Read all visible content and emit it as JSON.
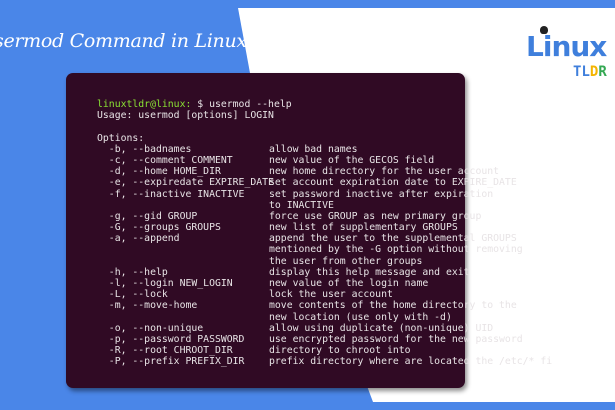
{
  "banner": {
    "title": "sermod Command in Linux",
    "logo_text": "Linux",
    "logo_sub": "TLDR",
    "colors": {
      "background": "#4a86e8",
      "terminal": "#300a24",
      "prompt": "#8ae234",
      "logo": "#3f7fdc"
    }
  },
  "terminal": {
    "prompt": "linuxtldr@linux:",
    "command": " $ usermod --help",
    "usage": "Usage: usermod [options] LOGIN",
    "options_header": "Options:",
    "options": [
      {
        "opt": "  -b, --badnames",
        "desc": "allow bad names"
      },
      {
        "opt": "  -c, --comment COMMENT",
        "desc": "new value of the GECOS field"
      },
      {
        "opt": "  -d, --home HOME_DIR",
        "desc": "new home directory for the user account"
      },
      {
        "opt": "  -e, --expiredate EXPIRE_DATE",
        "desc": "set account expiration date to EXPIRE_DATE"
      },
      {
        "opt": "  -f, --inactive INACTIVE",
        "desc": "set password inactive after expiration"
      },
      {
        "opt": "",
        "desc": "to INACTIVE"
      },
      {
        "opt": "  -g, --gid GROUP",
        "desc": "force use GROUP as new primary group"
      },
      {
        "opt": "  -G, --groups GROUPS",
        "desc": "new list of supplementary GROUPS"
      },
      {
        "opt": "  -a, --append",
        "desc": "append the user to the supplemental GROUPS"
      },
      {
        "opt": "",
        "desc": "mentioned by the -G option without removing"
      },
      {
        "opt": "",
        "desc": "the user from other groups"
      },
      {
        "opt": "  -h, --help",
        "desc": "display this help message and exit"
      },
      {
        "opt": "  -l, --login NEW_LOGIN",
        "desc": "new value of the login name"
      },
      {
        "opt": "  -L, --lock",
        "desc": "lock the user account"
      },
      {
        "opt": "  -m, --move-home",
        "desc": "move contents of the home directory to the"
      },
      {
        "opt": "",
        "desc": "new location (use only with -d)"
      },
      {
        "opt": "  -o, --non-unique",
        "desc": "allow using duplicate (non-unique) UID"
      },
      {
        "opt": "  -p, --password PASSWORD",
        "desc": "use encrypted password for the new password"
      },
      {
        "opt": "  -R, --root CHROOT_DIR",
        "desc": "directory to chroot into"
      },
      {
        "opt": "  -P, --prefix PREFIX_DIR",
        "desc": "prefix directory where are located the /etc/* fi"
      }
    ]
  }
}
